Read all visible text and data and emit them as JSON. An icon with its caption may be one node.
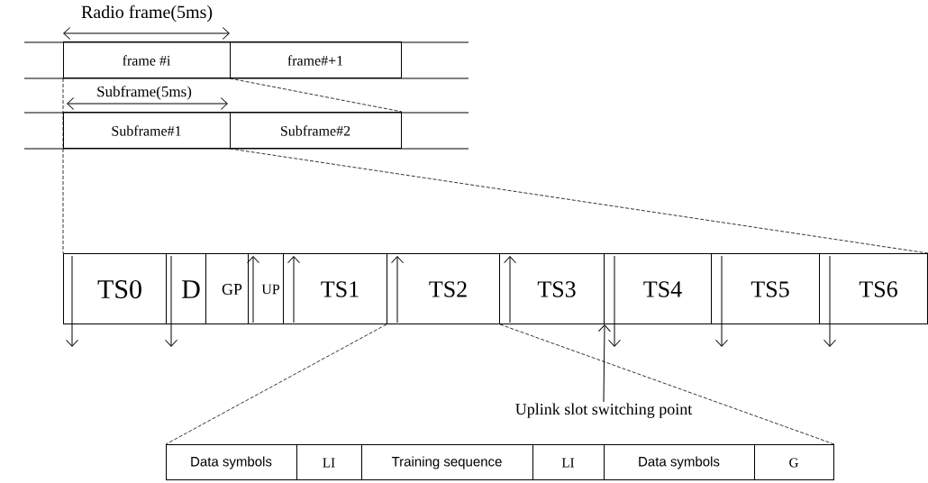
{
  "diagram": {
    "nodes": [
      {
        "text": [
          "frame #i"
        ]
      },
      {
        "text": [
          "frame#+1"
        ]
      },
      {
        "text": [
          "Subframe#1"
        ]
      },
      {
        "text": [
          "Subframe#2"
        ]
      },
      {
        "text": [
          "TS0"
        ]
      },
      {
        "text": [
          "D"
        ]
      },
      {
        "text": [
          "GP"
        ]
      },
      {
        "text": [
          "UP"
        ]
      },
      {
        "text": [
          "TS1"
        ]
      },
      {
        "text": [
          "TS2"
        ]
      },
      {
        "text": [
          "TS3"
        ]
      },
      {
        "text": [
          "TS4"
        ]
      },
      {
        "text": [
          "TS5"
        ]
      },
      {
        "text": [
          "TS6"
        ]
      },
      {
        "text": [
          "Uplink slot switching point"
        ]
      },
      {
        "text": [
          "Data symbols"
        ]
      },
      {
        "text": [
          "LI"
        ]
      },
      {
        "text": [
          "Training sequence"
        ]
      },
      {
        "text": [
          "LI"
        ]
      },
      {
        "text": [
          "Data symbols"
        ]
      },
      {
        "text": [
          "G"
        ]
      }
    ],
    "edges": [
      {
        "from": 1,
        "to": 3,
        "arrow": "none",
        "style": "dashed"
      },
      {
        "from": 0,
        "to": 4,
        "arrow": "none",
        "style": "dashed"
      },
      {
        "from": 3,
        "to": 13,
        "arrow": "none",
        "style": "dashed"
      },
      {
        "from": 9,
        "to": 15,
        "arrow": "none",
        "style": "dashed"
      },
      {
        "from": 9,
        "to": 20,
        "arrow": "none",
        "style": "dashed"
      },
      {
        "from": 14,
        "to": 10,
        "arrow": "to"
      }
    ],
    "labels": [
      "Radio frame(5ms)",
      "Subframe(5ms)"
    ]
  }
}
